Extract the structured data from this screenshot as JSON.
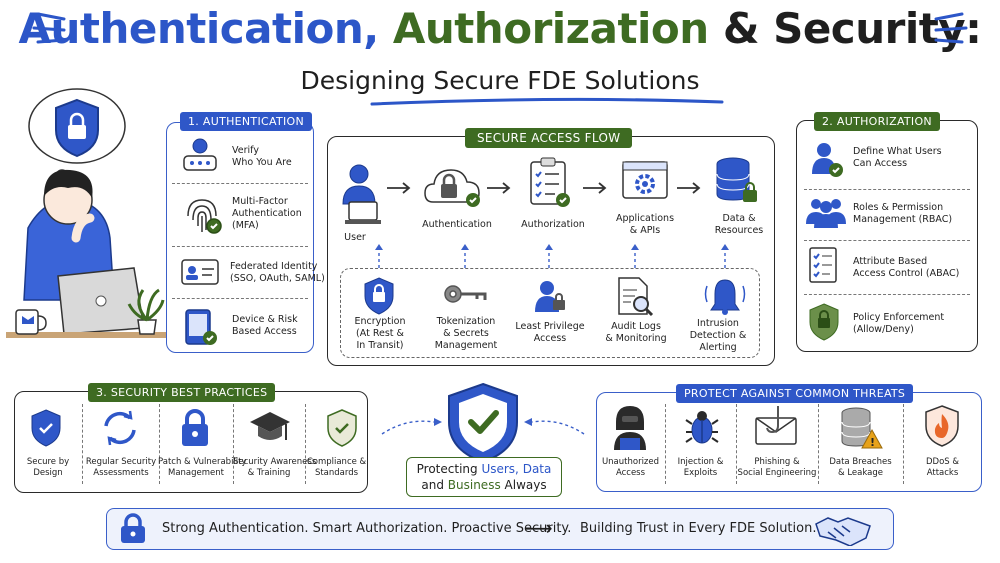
{
  "title": {
    "part1": "Authentication,",
    "part2": "Authorization",
    "part3": "& Security:"
  },
  "subtitle": "Designing Secure FDE Solutions",
  "authentication": {
    "badge": "1. AUTHENTICATION",
    "items": [
      {
        "label": "Verify\nWho You Are",
        "icon": "user-id-icon"
      },
      {
        "label": "Multi-Factor\nAuthentication\n(MFA)",
        "icon": "fingerprint-icon"
      },
      {
        "label": "Federated Identity\n(SSO, OAuth, SAML)",
        "icon": "id-card-icon"
      },
      {
        "label": "Device & Risk\nBased Access",
        "icon": "tablet-icon"
      }
    ]
  },
  "flow": {
    "badge": "SECURE ACCESS FLOW",
    "steps": [
      {
        "label": "User",
        "icon": "user-laptop-icon"
      },
      {
        "label": "Authentication",
        "icon": "cloud-lock-icon"
      },
      {
        "label": "Authorization",
        "icon": "checklist-icon"
      },
      {
        "label": "Applications\n& APIs",
        "icon": "app-gear-icon"
      },
      {
        "label": "Data &\nResources",
        "icon": "database-icon"
      }
    ],
    "controls": [
      {
        "label": "Encryption\n(At Rest &\nIn Transit)",
        "icon": "shield-lock-icon"
      },
      {
        "label": "Tokenization\n& Secrets\nManagement",
        "icon": "key-icon"
      },
      {
        "label": "Least Privilege\nAccess",
        "icon": "user-lock-icon"
      },
      {
        "label": "Audit Logs\n& Monitoring",
        "icon": "document-search-icon"
      },
      {
        "label": "Intrusion\nDetection &\nAlerting",
        "icon": "bell-icon"
      }
    ]
  },
  "authorization": {
    "badge": "2. AUTHORIZATION",
    "items": [
      {
        "label": "Define What Users\nCan Access",
        "icon": "user-check-icon"
      },
      {
        "label": "Roles & Permission\nManagement (RBAC)",
        "icon": "group-icon"
      },
      {
        "label": "Attribute Based\nAccess Control (ABAC)",
        "icon": "checklist-icon"
      },
      {
        "label": "Policy Enforcement\n(Allow/Deny)",
        "icon": "policy-shield-icon"
      }
    ]
  },
  "best_practices": {
    "badge": "3. SECURITY BEST PRACTICES",
    "items": [
      {
        "label": "Secure by\nDesign",
        "icon": "shield-icon"
      },
      {
        "label": "Regular Security\nAssessments",
        "icon": "refresh-icon"
      },
      {
        "label": "Patch & Vulnerability\nManagement",
        "icon": "padlock-icon"
      },
      {
        "label": "Security Awareness\n& Training",
        "icon": "graduation-cap-icon"
      },
      {
        "label": "Compliance &\nStandards",
        "icon": "check-shield-icon"
      }
    ]
  },
  "center": {
    "line1a": "Protecting",
    "line1b": "Users,",
    "line1c": "Data",
    "line2a": "and",
    "line2b": "Business",
    "line2c": "Always"
  },
  "threats": {
    "badge": "PROTECT AGAINST COMMON THREATS",
    "items": [
      {
        "label": "Unauthorized\nAccess",
        "icon": "hacker-icon"
      },
      {
        "label": "Injection &\nExploits",
        "icon": "bug-icon"
      },
      {
        "label": "Phishing &\nSocial Engineering",
        "icon": "phishing-mail-icon"
      },
      {
        "label": "Data Breaches\n& Leakage",
        "icon": "database-warning-icon"
      },
      {
        "label": "DDoS &\nAttacks",
        "icon": "fire-shield-icon"
      }
    ]
  },
  "banner": {
    "left": "Strong Authentication. Smart Authorization. Proactive Security.",
    "arrow": "⟶",
    "right": "Building Trust in Every FDE Solution."
  },
  "colors": {
    "blue": "#2c56c8",
    "green": "#3e6b22",
    "ink": "#1f1f1f"
  }
}
